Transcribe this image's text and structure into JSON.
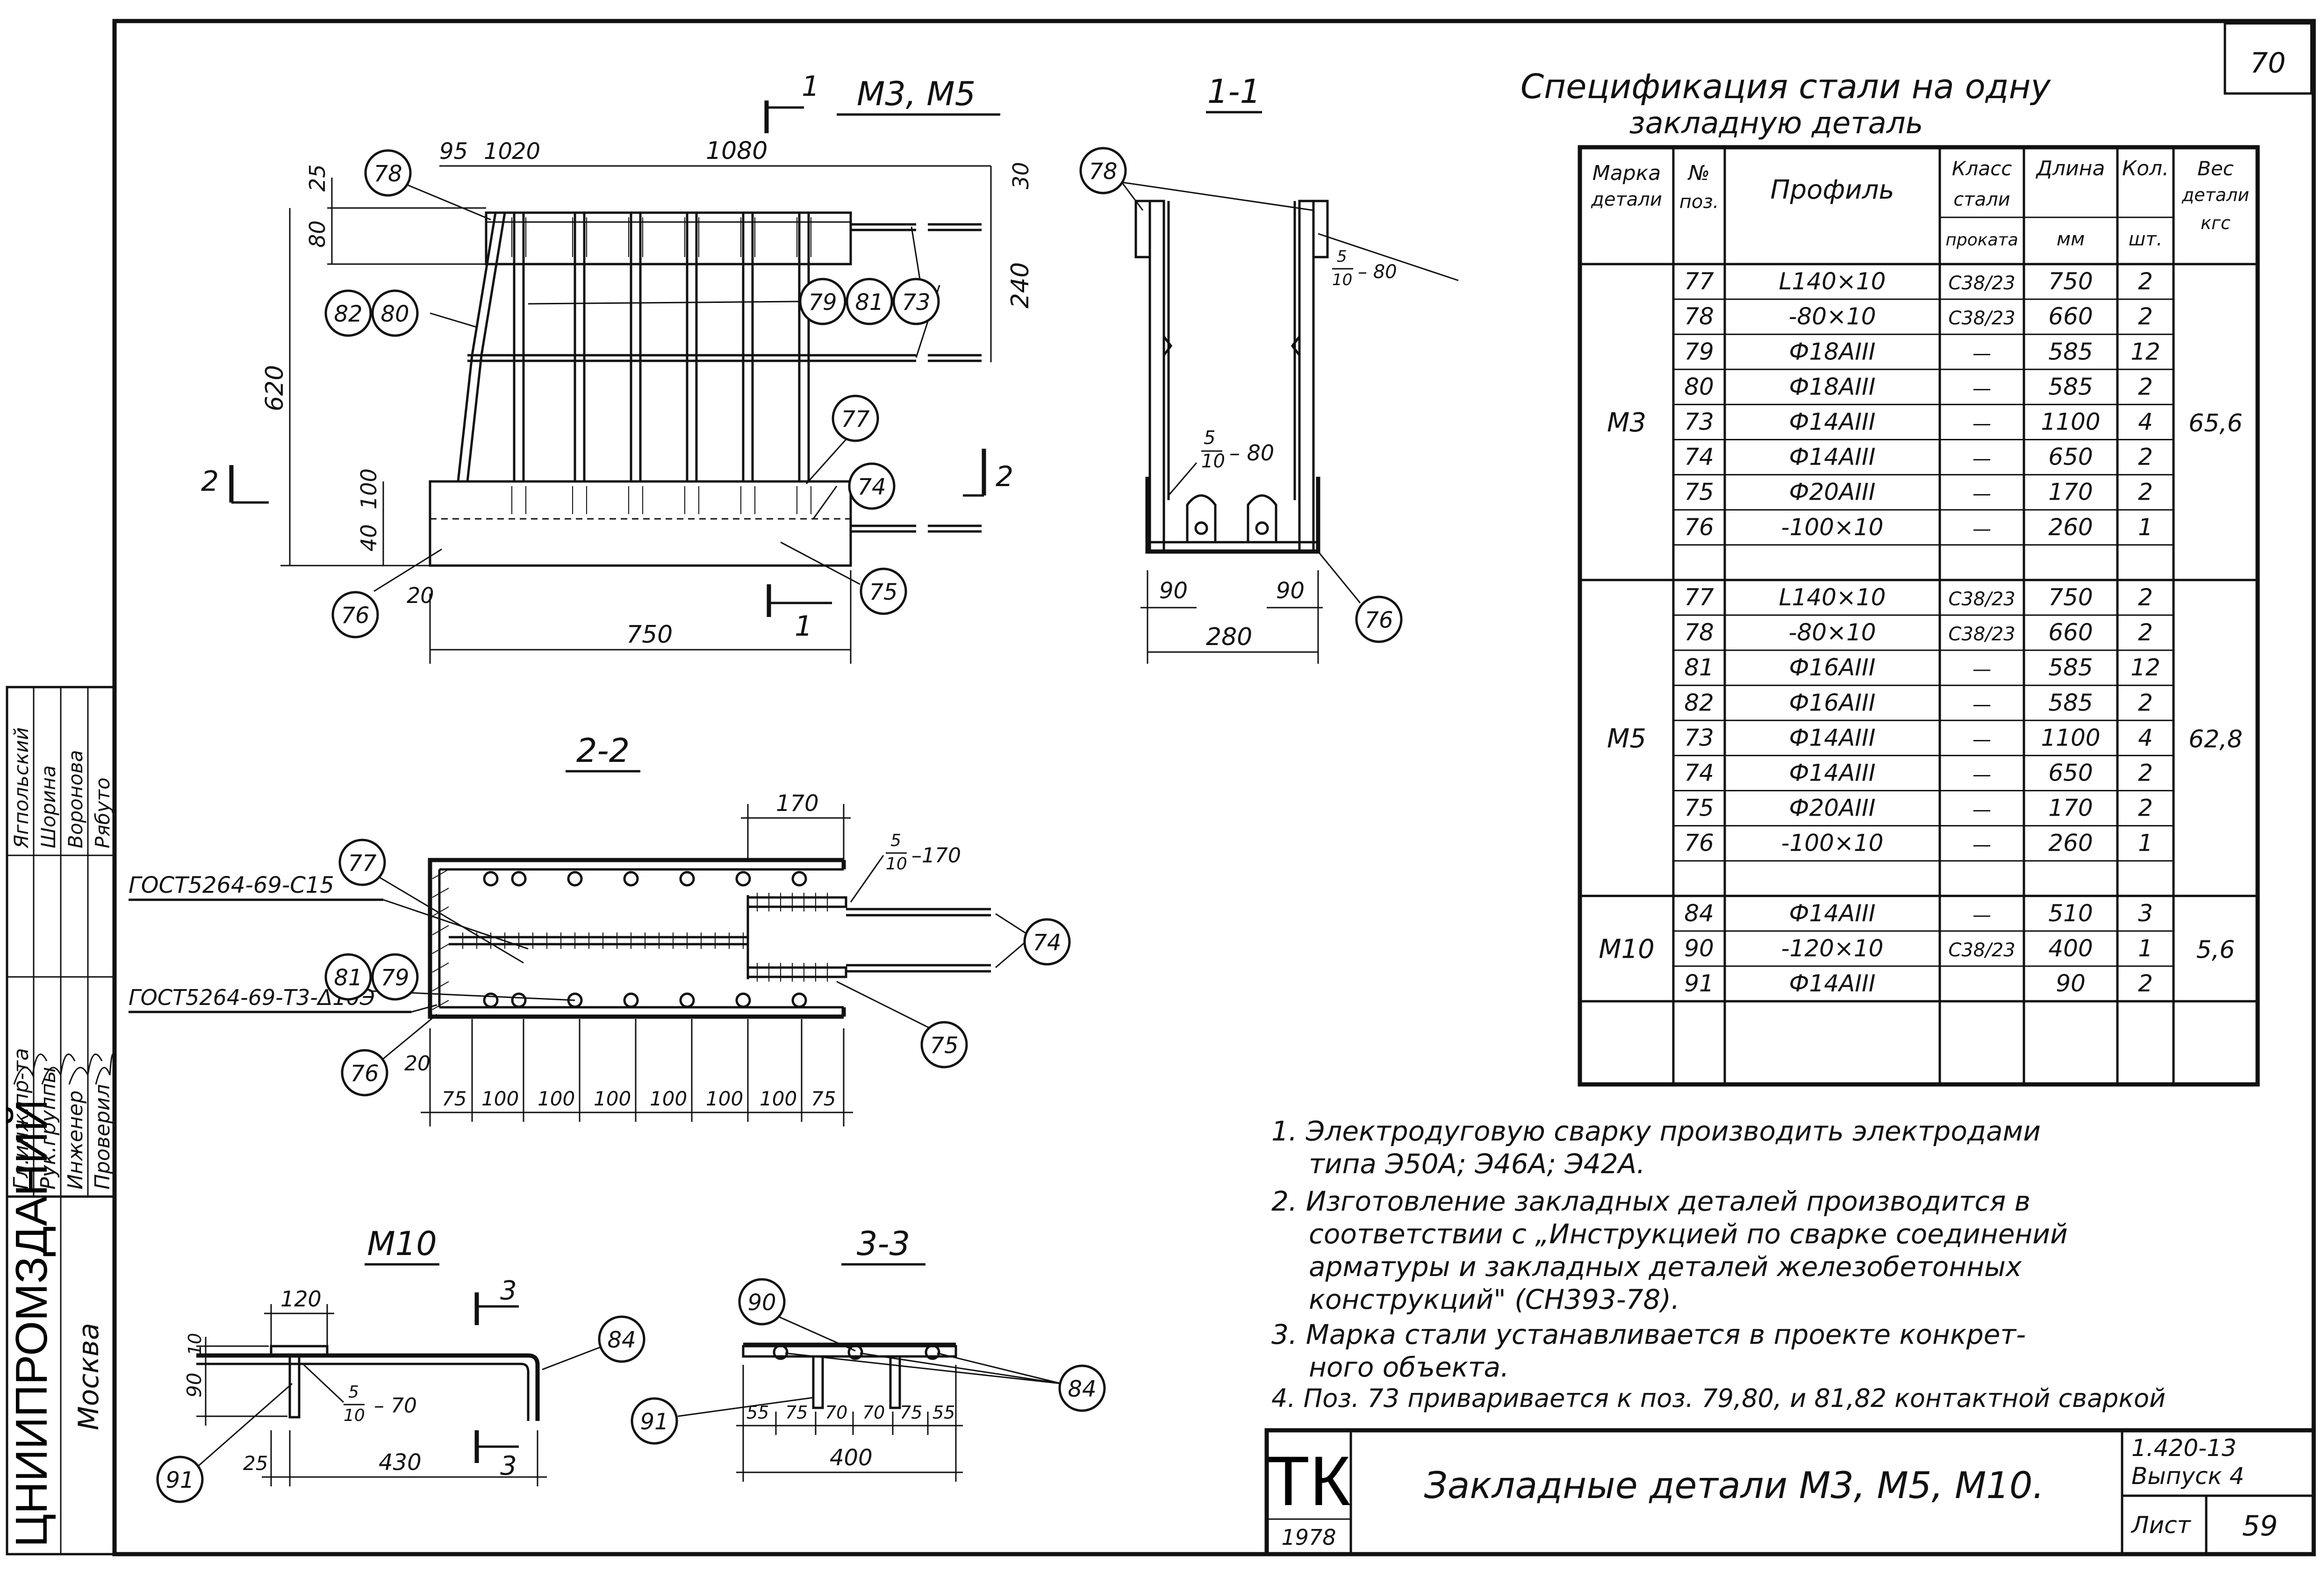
{
  "sheet_number": "70",
  "views": {
    "m3m5": {
      "title": "М3, М5",
      "dims": {
        "d95": "95",
        "d10": "10",
        "d20": "20",
        "d1080": "1080",
        "d25": "25",
        "d80": "80",
        "d30": "30",
        "d240": "240",
        "d620": "620",
        "d100": "100",
        "d40": "40",
        "d20b": "20",
        "d750": "750"
      },
      "section_marks": {
        "one": "1",
        "two": "2"
      },
      "positions": [
        "78",
        "82",
        "80",
        "79",
        "81",
        "73",
        "77",
        "74",
        "76",
        "75"
      ]
    },
    "s11": {
      "title": "1-1",
      "weld": "5/10 – 80",
      "weld_num": "5",
      "weld_den": "10",
      "weld_len": "– 80",
      "dims": {
        "d90a": "90",
        "d90b": "90",
        "d280": "280"
      },
      "positions": [
        "78",
        "76"
      ]
    },
    "s22": {
      "title": "2-2",
      "gost1": "ГОСТ5264-69-С15",
      "gost2": "ГОСТ5264-69-Т3-Δ10Э",
      "weld_num": "5",
      "weld_den": "10",
      "weld_len": "–170",
      "dims": {
        "d170": "170",
        "d20": "20"
      },
      "pitch": [
        "75",
        "100",
        "100",
        "100",
        "100",
        "100",
        "100",
        "75"
      ],
      "positions": [
        "77",
        "81",
        "79",
        "76",
        "74",
        "75"
      ]
    },
    "m10": {
      "title": "М10",
      "weld_num": "5",
      "weld_den": "10",
      "weld_len": "– 70",
      "dims": {
        "d120": "120",
        "d10": "10",
        "d90": "90",
        "d25": "25",
        "d430": "430"
      },
      "section_mark": "3",
      "positions": [
        "84",
        "91"
      ]
    },
    "s33": {
      "title": "3-3",
      "pitch": [
        "55",
        "75",
        "70",
        "70",
        "75",
        "55"
      ],
      "d400": "400",
      "positions": [
        "90",
        "84",
        "91"
      ]
    }
  },
  "table": {
    "title_line1": "Спецификация стали на одну",
    "title_line2": "закладную деталь",
    "headers": {
      "mark": [
        "Марка",
        "детали"
      ],
      "pos": [
        "№",
        "поз."
      ],
      "profile": "Профиль",
      "class": [
        "Класс",
        "стали",
        "проката"
      ],
      "length": [
        "Длина",
        "мм"
      ],
      "qty": [
        "Кол.",
        "шт."
      ],
      "weight": [
        "Вес",
        "детали",
        "кгс"
      ]
    },
    "groups": [
      {
        "mark": "М3",
        "weight": "65,6",
        "rows": [
          {
            "pos": "77",
            "profile": "L140×10",
            "cls": "С38/23",
            "len": "750",
            "qty": "2"
          },
          {
            "pos": "78",
            "profile": "-80×10",
            "cls": "С38/23",
            "len": "660",
            "qty": "2"
          },
          {
            "pos": "79",
            "profile": "Ф18АIII",
            "cls": "—",
            "len": "585",
            "qty": "12"
          },
          {
            "pos": "80",
            "profile": "Ф18АIII",
            "cls": "—",
            "len": "585",
            "qty": "2"
          },
          {
            "pos": "73",
            "profile": "Ф14АIII",
            "cls": "—",
            "len": "1100",
            "qty": "4"
          },
          {
            "pos": "74",
            "profile": "Ф14АIII",
            "cls": "—",
            "len": "650",
            "qty": "2"
          },
          {
            "pos": "75",
            "profile": "Ф20АIII",
            "cls": "—",
            "len": "170",
            "qty": "2"
          },
          {
            "pos": "76",
            "profile": "-100×10",
            "cls": "—",
            "len": "260",
            "qty": "1"
          },
          {
            "pos": "",
            "profile": "",
            "cls": "",
            "len": "",
            "qty": ""
          }
        ]
      },
      {
        "mark": "М5",
        "weight": "62,8",
        "rows": [
          {
            "pos": "77",
            "profile": "L140×10",
            "cls": "С38/23",
            "len": "750",
            "qty": "2"
          },
          {
            "pos": "78",
            "profile": "-80×10",
            "cls": "С38/23",
            "len": "660",
            "qty": "2"
          },
          {
            "pos": "81",
            "profile": "Ф16АIII",
            "cls": "—",
            "len": "585",
            "qty": "12"
          },
          {
            "pos": "82",
            "profile": "Ф16АIII",
            "cls": "—",
            "len": "585",
            "qty": "2"
          },
          {
            "pos": "73",
            "profile": "Ф14АIII",
            "cls": "—",
            "len": "1100",
            "qty": "4"
          },
          {
            "pos": "74",
            "profile": "Ф14АIII",
            "cls": "—",
            "len": "650",
            "qty": "2"
          },
          {
            "pos": "75",
            "profile": "Ф20АIII",
            "cls": "—",
            "len": "170",
            "qty": "2"
          },
          {
            "pos": "76",
            "profile": "-100×10",
            "cls": "—",
            "len": "260",
            "qty": "1"
          },
          {
            "pos": "",
            "profile": "",
            "cls": "",
            "len": "",
            "qty": ""
          }
        ]
      },
      {
        "mark": "М10",
        "weight": "5,6",
        "rows": [
          {
            "pos": "84",
            "profile": "Ф14АIII",
            "cls": "—",
            "len": "510",
            "qty": "3"
          },
          {
            "pos": "90",
            "profile": "-120×10",
            "cls": "С38/23",
            "len": "400",
            "qty": "1"
          },
          {
            "pos": "91",
            "profile": "Ф14АIII",
            "cls": "",
            "len": "90",
            "qty": "2"
          }
        ]
      }
    ]
  },
  "notes": [
    "1. Электродуговую сварку производить электродами",
    "типа Э50А; Э46А; Э42А.",
    "2. Изготовление закладных деталей производится в",
    "соответствии с „Инструкцией по сварке соединений",
    "арматуры и закладных деталей железобетонных",
    "конструкций\" (СН393-78).",
    "3. Марка стали устанавливается в проекте конкрет-",
    "ного объекта.",
    "4. Поз. 73 приваривается к поз. 79,80, и 81,82 контактной сваркой"
  ],
  "title_block": {
    "org": "ТК",
    "year": "1978",
    "title": "Закладные детали М3, М5, М10.",
    "series": "1.420-13",
    "issue": "Выпуск 4",
    "sheet_label": "Лист",
    "sheet": "59"
  },
  "side_stamp": {
    "org": "ЦНИИПРОМЗДАНИЙ",
    "city": "Москва",
    "roles": [
      "Гл.инж.пр-та",
      "Рук.группы",
      "Инженер",
      "Проверил"
    ],
    "names": [
      "Ягпольский",
      "Шорина",
      "Воронова",
      "Рябуто"
    ]
  }
}
